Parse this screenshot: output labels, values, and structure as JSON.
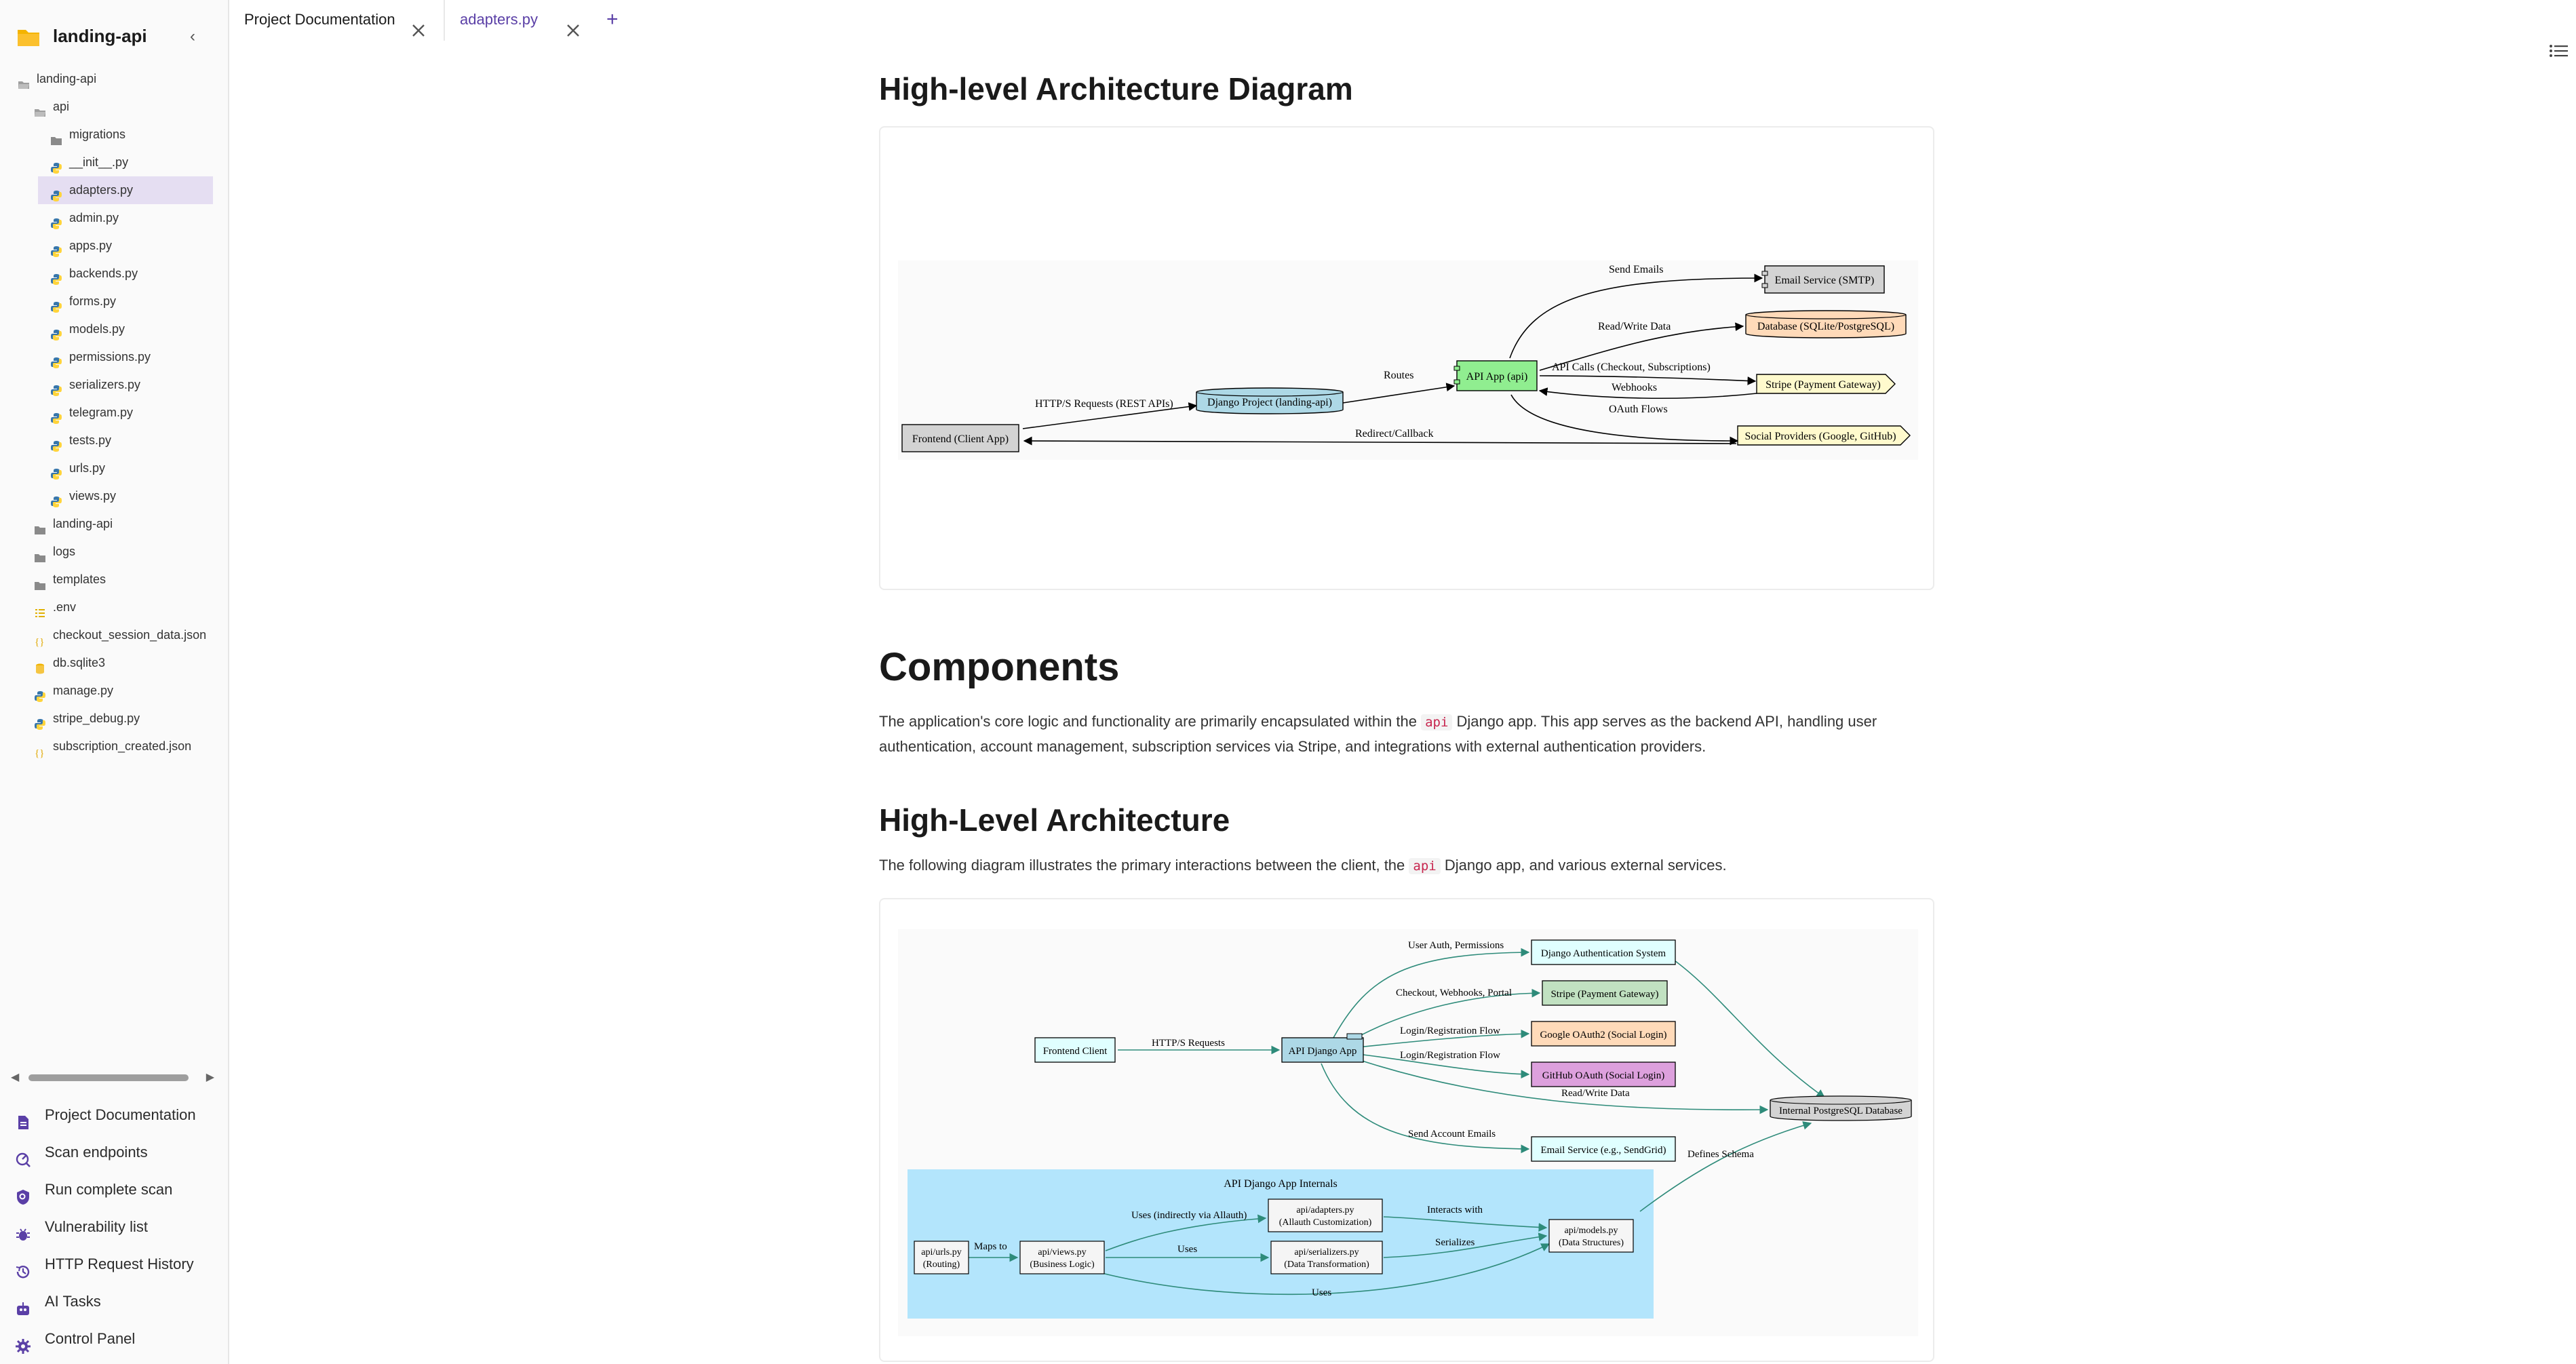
{
  "project": {
    "title": "landing-api"
  },
  "tree": [
    {
      "label": "landing-api",
      "type": "folder-open",
      "indent": 0
    },
    {
      "label": "api",
      "type": "folder-open",
      "indent": 1
    },
    {
      "label": "migrations",
      "type": "folder",
      "indent": 2
    },
    {
      "label": "__init__.py",
      "type": "python",
      "indent": 2
    },
    {
      "label": "adapters.py",
      "type": "python",
      "indent": 2,
      "selected": true
    },
    {
      "label": "admin.py",
      "type": "python",
      "indent": 2
    },
    {
      "label": "apps.py",
      "type": "python",
      "indent": 2
    },
    {
      "label": "backends.py",
      "type": "python",
      "indent": 2
    },
    {
      "label": "forms.py",
      "type": "python",
      "indent": 2
    },
    {
      "label": "models.py",
      "type": "python",
      "indent": 2
    },
    {
      "label": "permissions.py",
      "type": "python",
      "indent": 2
    },
    {
      "label": "serializers.py",
      "type": "python",
      "indent": 2
    },
    {
      "label": "telegram.py",
      "type": "python",
      "indent": 2
    },
    {
      "label": "tests.py",
      "type": "python",
      "indent": 2
    },
    {
      "label": "urls.py",
      "type": "python",
      "indent": 2
    },
    {
      "label": "views.py",
      "type": "python",
      "indent": 2
    },
    {
      "label": "landing-api",
      "type": "folder",
      "indent": 1
    },
    {
      "label": "logs",
      "type": "folder",
      "indent": 1
    },
    {
      "label": "templates",
      "type": "folder",
      "indent": 1
    },
    {
      "label": ".env",
      "type": "env",
      "indent": 1
    },
    {
      "label": "checkout_session_data.json",
      "type": "json",
      "indent": 1
    },
    {
      "label": "db.sqlite3",
      "type": "db",
      "indent": 1
    },
    {
      "label": "manage.py",
      "type": "python",
      "indent": 1
    },
    {
      "label": "stripe_debug.py",
      "type": "python",
      "indent": 1
    },
    {
      "label": "subscription_created.json",
      "type": "json",
      "indent": 1
    }
  ],
  "nav": [
    {
      "label": "Project Documentation",
      "icon": "document-icon"
    },
    {
      "label": "Scan endpoints",
      "icon": "radar-icon"
    },
    {
      "label": "Run complete scan",
      "icon": "shield-search-icon"
    },
    {
      "label": "Vulnerability list",
      "icon": "bug-icon"
    },
    {
      "label": "HTTP Request History",
      "icon": "history-icon"
    },
    {
      "label": "AI Tasks",
      "icon": "robot-icon"
    },
    {
      "label": "Control Panel",
      "icon": "gear-icon"
    }
  ],
  "tabs": [
    {
      "label": "Project Documentation",
      "active": true
    },
    {
      "label": "adapters.py",
      "active": false
    }
  ],
  "tabs_add": "+",
  "doc": {
    "h1": "High-level Architecture Diagram",
    "h2": "Components",
    "p1_a": "The application's core logic and functionality are primarily encapsulated within the ",
    "p1_code": "api",
    "p1_b": " Django app. This app serves as the backend API, handling user authentication, account management, subscription services via Stripe, and integrations with external authentication providers.",
    "h3": "High-Level Architecture",
    "p2_a": "The following diagram illustrates the primary interactions between the client, the ",
    "p2_code": "api",
    "p2_b": " Django app, and various external services."
  },
  "diagram1": {
    "nodes": {
      "frontend": "Frontend (Client App)",
      "django": "Django Project (landing-api)",
      "api": "API App (api)",
      "email": "Email Service (SMTP)",
      "db": "Database (SQLite/PostgreSQL)",
      "stripe": "Stripe (Payment Gateway)",
      "social": "Social Providers (Google, GitHub)"
    },
    "edges": {
      "http": "HTTP/S Requests (REST APIs)",
      "routes": "Routes",
      "send_emails": "Send Emails",
      "rw": "Read/Write Data",
      "api_calls": "API Calls (Checkout, Subscriptions)",
      "webhooks": "Webhooks",
      "oauth": "OAuth Flows",
      "redirect": "Redirect/Callback"
    },
    "colors": {
      "frontend": "#d3d3d3",
      "django": "#add8e6",
      "api": "#90ee90",
      "email": "#d3d3d3",
      "db": "#ffdab9",
      "stripe": "#fffacd",
      "social": "#fffacd"
    }
  },
  "diagram2": {
    "nodes": {
      "frontend": "Frontend Client",
      "api": "API Django App",
      "auth": "Django Authentication System",
      "stripe": "Stripe (Payment Gateway)",
      "google": "Google OAuth2 (Social Login)",
      "github": "GitHub OAuth (Social Login)",
      "email": "Email Service (e.g., SendGrid)",
      "pg": "Internal PostgreSQL Database",
      "cluster": "API Django App Internals",
      "urls_1": "api/urls.py",
      "urls_2": "(Routing)",
      "views_1": "api/views.py",
      "views_2": "(Business Logic)",
      "adapters_1": "api/adapters.py",
      "adapters_2": "(Allauth Customization)",
      "serializers_1": "api/serializers.py",
      "serializers_2": "(Data Transformation)",
      "models_1": "api/models.py",
      "models_2": "(Data Structures)"
    },
    "edges": {
      "http": "HTTP/S Requests",
      "userauth": "User Auth, Permissions",
      "checkout": "Checkout, Webhooks, Portal",
      "login1": "Login/Registration Flow",
      "login2": "Login/Registration Flow",
      "rw": "Read/Write Data",
      "send": "Send Account Emails",
      "defines": "Defines Schema",
      "maps": "Maps to",
      "uses_allauth": "Uses (indirectly via Allauth)",
      "interacts": "Interacts with",
      "uses1": "Uses",
      "serializes": "Serializes",
      "uses2": "Uses"
    },
    "colors": {
      "frontend": "#e0ffff",
      "api": "#add8e6",
      "auth": "#e0ffff",
      "stripe": "#c1e1c1",
      "google": "#ffdab9",
      "github": "#dda0dd",
      "email": "#e0ffff",
      "pg": "#d3d3d3",
      "cluster": "#b3e5fc",
      "inner": "#f5f5f5",
      "edge": "#2e8b7a"
    }
  }
}
